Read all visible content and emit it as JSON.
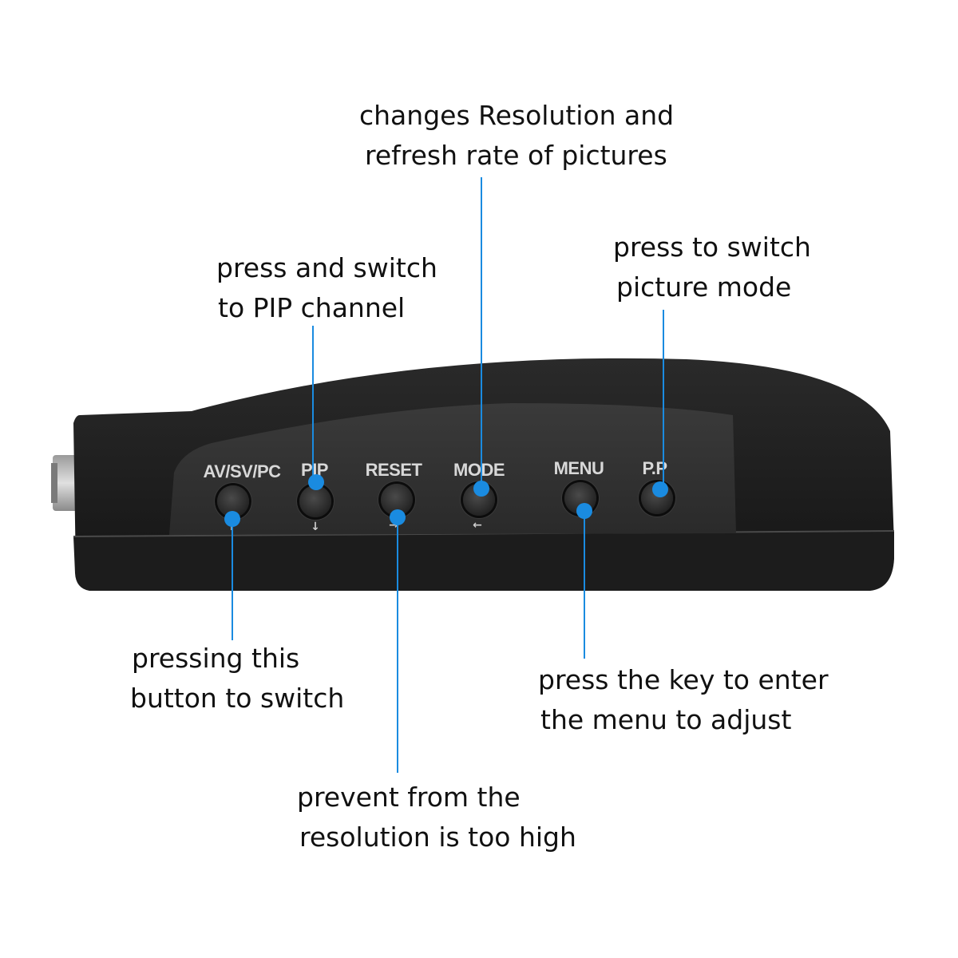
{
  "callouts": {
    "mode": [
      "changes Resolution and",
      "refresh rate of pictures"
    ],
    "pip": [
      "press and switch",
      "to PIP channel"
    ],
    "pp": [
      "press to switch",
      "picture mode"
    ],
    "source": [
      "pressing this",
      "button to switch"
    ],
    "menu": [
      "press the key to enter",
      "the menu to adjust"
    ],
    "reset": [
      "prevent from the",
      "resolution is too high"
    ]
  },
  "device": {
    "buttons": [
      {
        "label": "AV/SV/PC",
        "arrow": "↑"
      },
      {
        "label": "PIP",
        "arrow": "↓"
      },
      {
        "label": "RESET",
        "arrow": "→"
      },
      {
        "label": "MODE",
        "arrow": "←"
      },
      {
        "label": "MENU",
        "arrow": ""
      },
      {
        "label": "P.P",
        "arrow": ""
      }
    ]
  },
  "colors": {
    "accent": "#1a8be0",
    "body": "#1a1a1a",
    "panel": "#2e2e2e"
  }
}
